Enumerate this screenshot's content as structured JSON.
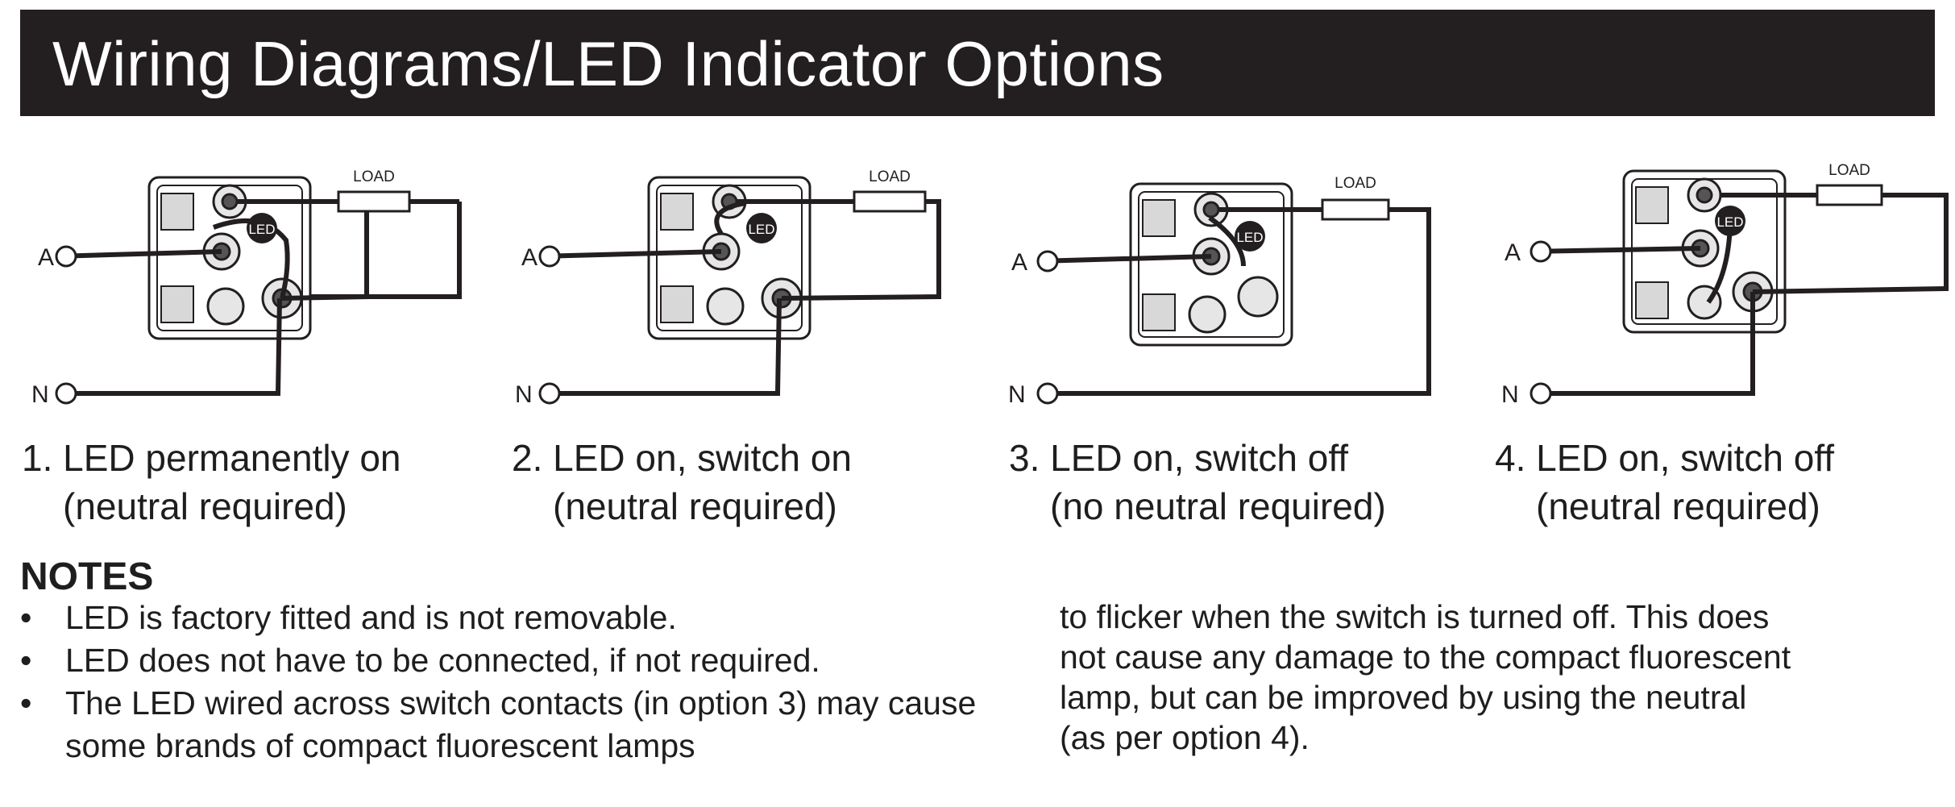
{
  "header": {
    "title": "Wiring Diagrams/LED Indicator Options"
  },
  "diagram_labels": {
    "active": "A",
    "neutral": "N",
    "load": "LOAD",
    "led": "LED"
  },
  "options": [
    {
      "number": "1.",
      "line1": "LED permanently on",
      "line2": "(neutral required)"
    },
    {
      "number": "2.",
      "line1": "LED on, switch on",
      "line2": "(neutral required)"
    },
    {
      "number": "3.",
      "line1": "LED on, switch off",
      "line2": "(no neutral required)"
    },
    {
      "number": "4.",
      "line1": "LED on, switch off",
      "line2": "(neutral required)"
    }
  ],
  "notes": {
    "heading": "NOTES",
    "bullet": "•",
    "items": [
      "LED is factory fitted and is not removable.",
      "LED does not have to be connected, if not required.",
      "The LED wired across switch contacts (in option 3) may cause some brands of compact fluorescent lamps"
    ],
    "continuation": [
      "to flicker when the switch is turned off. This does",
      "not cause any damage to the compact fluorescent",
      "lamp, but can be improved by using the neutral",
      "(as per option 4)."
    ]
  }
}
